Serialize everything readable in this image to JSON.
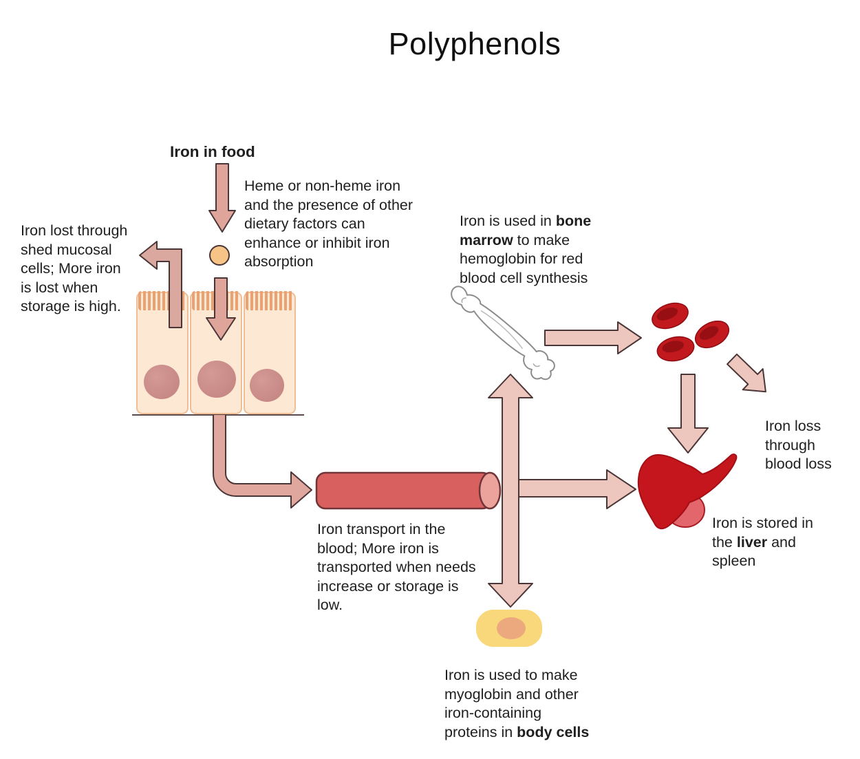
{
  "title": "Polyphenols",
  "texts": {
    "iron_in_food": "Iron in food",
    "heme_factors": [
      {
        "t": "Heme or non-heme iron\nand the presence of other\ndietary factors can\nenhance or inhibit iron\nabsorption"
      }
    ],
    "mucosal_loss": [
      {
        "t": "Iron lost through\nshed mucosal\ncells; More iron\nis lost when\nstorage is high."
      }
    ],
    "bone_marrow": [
      {
        "t": "Iron is used in "
      },
      {
        "t": "bone\nmarrow",
        "b": true
      },
      {
        "t": " to make\nhemoglobin for red\nblood cell synthesis"
      }
    ],
    "iron_transport": [
      {
        "t": "Iron transport in the\nblood; More iron is\ntransported when needs\nincrease or storage is\nlow."
      }
    ],
    "blood_loss": [
      {
        "t": "Iron loss\nthrough\nblood loss"
      }
    ],
    "iron_storage": [
      {
        "t": "Iron is stored in\nthe "
      },
      {
        "t": "liver",
        "b": true
      },
      {
        "t": " and\nspleen"
      }
    ],
    "body_cells": [
      {
        "t": "Iron is used to make\nmyoglobin and other\niron-containing\nproteins in "
      },
      {
        "t": "body cells",
        "b": true
      }
    ]
  },
  "icons": [
    "arrow-down-food-icon",
    "iron-particle-icon",
    "arrow-bent-left-icon",
    "mucosal-cells-icon",
    "arrow-down-cell-icon",
    "arrow-curved-right-icon",
    "blood-vessel-icon",
    "arrow-vertical-double-icon",
    "arrow-right-liver-icon",
    "bone-icon",
    "arrow-right-rbc-icon",
    "red-blood-cells-icon",
    "arrow-diagonal-blood-loss-icon",
    "arrow-down-liver-icon",
    "liver-icon",
    "body-cell-icon"
  ],
  "colors": {
    "arrow_fill": "#dfa59b",
    "arrow_fill_light": "#edc6bd",
    "arrow_stroke": "#4a3537",
    "iron_particle": "#f5c486",
    "mucosal_cell_fill": "#fce8d3",
    "mucosal_cell_border": "#f0bd94",
    "nucleus": "#c98983",
    "vessel_fill": "#d8605f",
    "vessel_cap": "#eba39c",
    "rbc_red": "#c2191f",
    "liver_red": "#c5161d",
    "liver_lobe": "#e2666b",
    "body_cell_yellow": "#f8d87b",
    "body_cell_nucleus": "#eda97e",
    "text": "#1f1f1f"
  }
}
